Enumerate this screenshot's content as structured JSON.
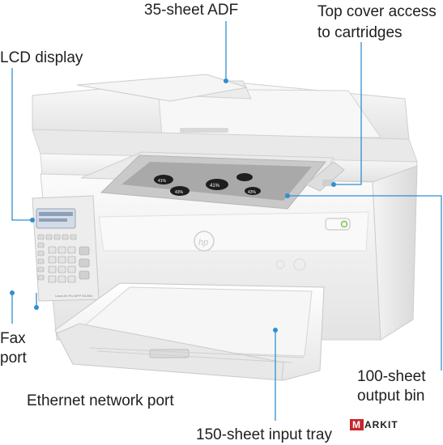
{
  "callouts": {
    "adf": "35-sheet ADF",
    "top_cover_line1": "Top cover access",
    "top_cover_line2": "to cartridges",
    "lcd": "LCD display",
    "fax_line1": "Fax",
    "fax_line2": "port",
    "ethernet": "Ethernet network port",
    "output_line1": "100-sheet",
    "output_line2": "output bin",
    "input_tray": "150-sheet input tray"
  },
  "printer": {
    "model_label": "LaserJet Pro MFP M130fn",
    "brand": "hp",
    "doc_percent_1": "41%",
    "doc_percent_2": "43%",
    "doc_percent_3": "41%",
    "doc_percent_4": "43%"
  },
  "watermark": {
    "first_letter": "M",
    "rest": "ARKIT"
  },
  "colors": {
    "callout_line": "#2f8fd0",
    "printer_body": "#f2f2f2",
    "power_led": "#7fbf3f",
    "watermark_red": "#c8262c"
  }
}
